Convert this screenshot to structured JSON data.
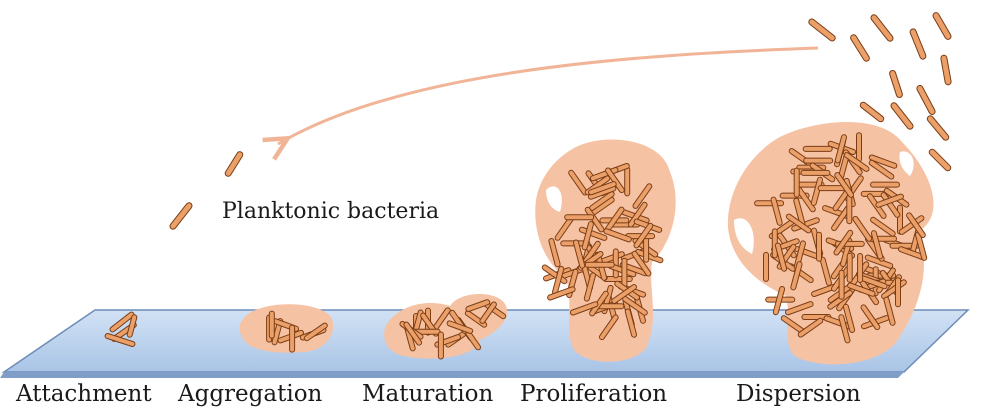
{
  "diagram": {
    "stages": [
      {
        "label": "Attachment"
      },
      {
        "label": "Aggregation"
      },
      {
        "label": "Maturation"
      },
      {
        "label": "Proliferation"
      },
      {
        "label": "Dispersion"
      }
    ],
    "annotation": "Planktonic bacteria"
  },
  "colors": {
    "surface_fill": "#bcd3ee",
    "surface_edge": "#6c8cb8",
    "biofilm": "#f6c2a4",
    "bacterium_fill": "#eba06a",
    "bacterium_outline": "#7a3d15",
    "arrow": "#f1b496"
  }
}
